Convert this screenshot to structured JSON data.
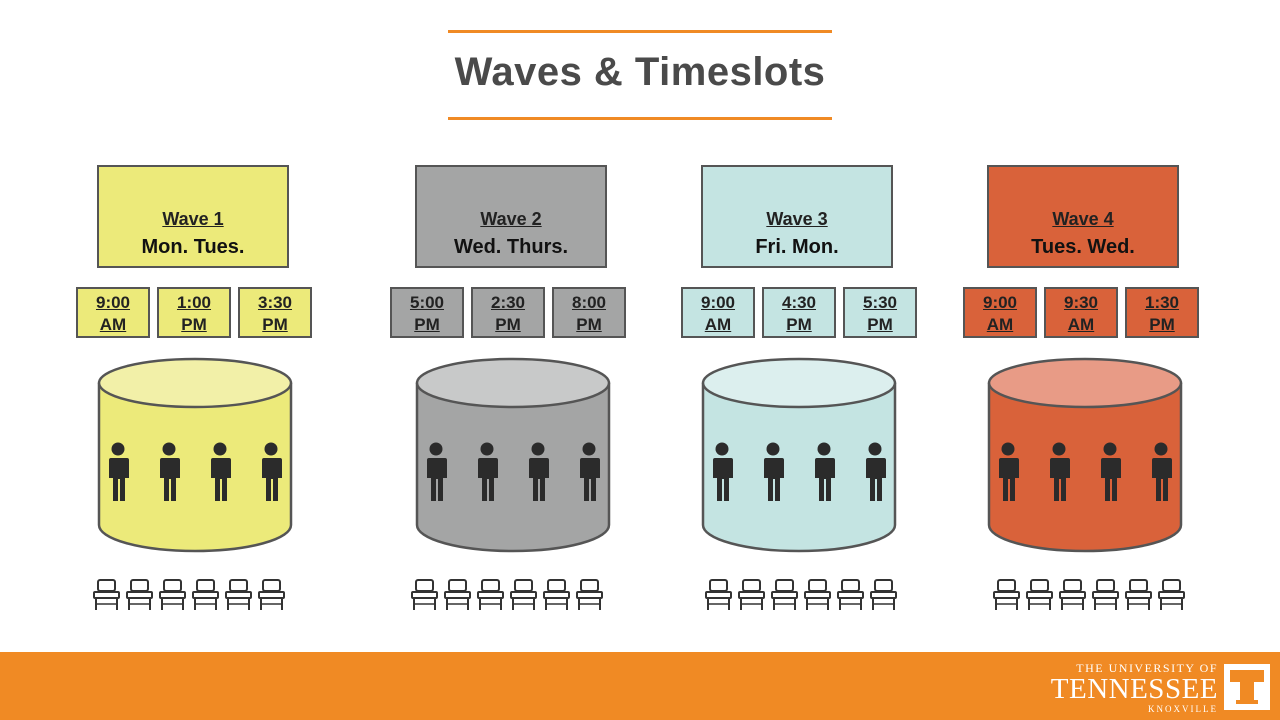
{
  "title": "Waves & Timeslots",
  "colors": {
    "accent": "#f08a24",
    "wave1": "#ecea7a",
    "wave2": "#a4a5a5",
    "wave3": "#c4e4e2",
    "wave4": "#d9623a"
  },
  "waves": [
    {
      "name": "Wave 1",
      "days": "Mon. Tues.",
      "slots": [
        {
          "line1": "9:00",
          "line2": "AM"
        },
        {
          "line1": "1:00",
          "line2": "PM"
        },
        {
          "line1": "3:30",
          "line2": "PM"
        }
      ]
    },
    {
      "name": "Wave 2",
      "days": "Wed. Thurs.",
      "slots": [
        {
          "line1": "5:00",
          "line2": "PM"
        },
        {
          "line1": "2:30",
          "line2": "PM"
        },
        {
          "line1": "8:00",
          "line2": "PM"
        }
      ]
    },
    {
      "name": "Wave 3",
      "days": "Fri. Mon.",
      "slots": [
        {
          "line1": "9:00",
          "line2": "AM"
        },
        {
          "line1": "4:30",
          "line2": "PM"
        },
        {
          "line1": "5:30",
          "line2": "PM"
        }
      ]
    },
    {
      "name": "Wave 4",
      "days": "Tues. Wed.",
      "slots": [
        {
          "line1": "9:00",
          "line2": "AM"
        },
        {
          "line1": "9:30",
          "line2": "AM"
        },
        {
          "line1": "1:30",
          "line2": "PM"
        }
      ]
    }
  ],
  "icons": {
    "person": "person-icon",
    "chair": "chair-icon",
    "logo": "power-t-logo"
  },
  "footer": {
    "logo_line1": "THE UNIVERSITY OF",
    "logo_line2": "TENNESSEE",
    "logo_line3": "KNOXVILLE"
  }
}
